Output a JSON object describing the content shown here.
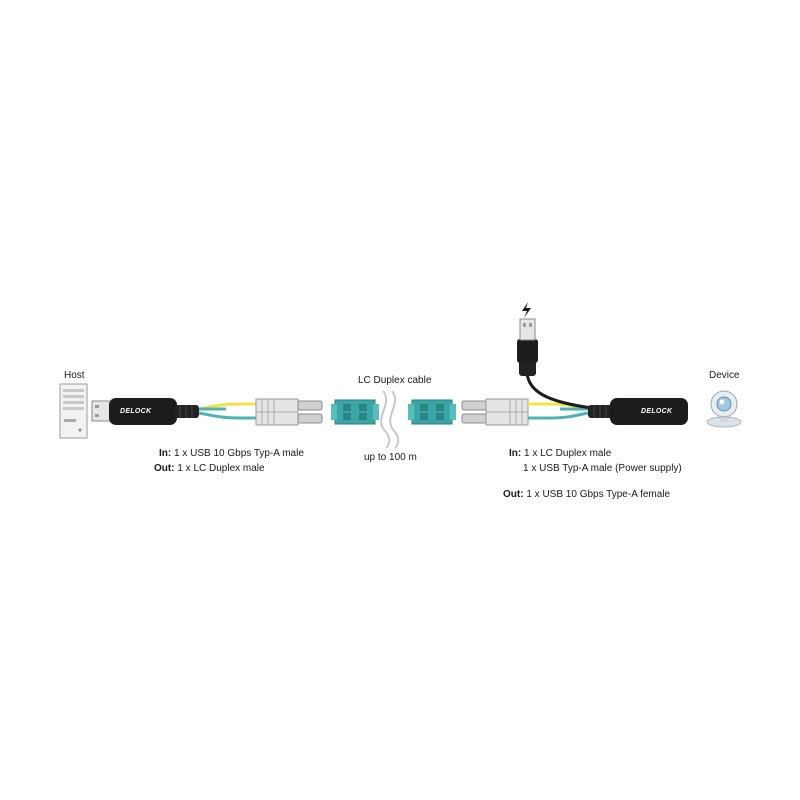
{
  "labels": {
    "host": "Host",
    "device": "Device",
    "lc_duplex_cable": "LC Duplex cable",
    "distance": "up to 100 m"
  },
  "brand": "DELOCK",
  "left_spec": {
    "in_label": "In:",
    "in_value": "1 x USB 10 Gbps Typ-A male",
    "out_label": "Out:",
    "out_value": "1 x LC Duplex male"
  },
  "right_spec": {
    "in_label": "In:",
    "in_value_1": "1 x LC Duplex male",
    "in_value_2": "1 x USB Typ-A male (Power supply)",
    "out_label": "Out:",
    "out_value": "1 x USB 10 Gbps Type-A female"
  },
  "colors": {
    "fiber_aqua": "#4fb3b3",
    "fiber_yellow": "#f2e24a",
    "coupler_teal": "#3aa6a6",
    "adapter_black": "#1c1c1c",
    "connector_grey": "#d9d9d9"
  },
  "icons": {
    "host": "desktop-tower-icon",
    "device": "webcam-icon",
    "power": "lightning-bolt-icon"
  }
}
